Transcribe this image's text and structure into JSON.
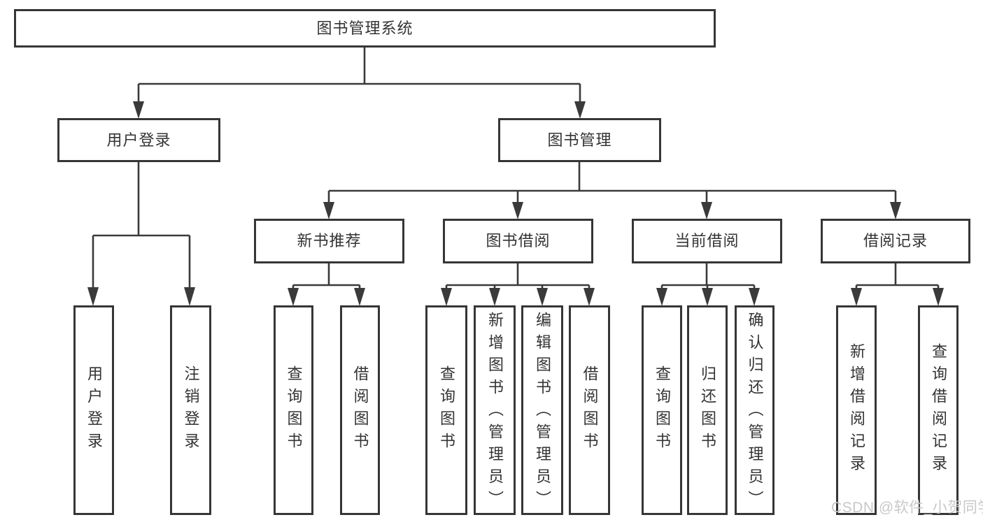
{
  "diagram": {
    "root": {
      "label": "图书管理系统"
    },
    "level2": [
      {
        "label": "用户登录",
        "children": [
          {
            "label": "用户登录"
          },
          {
            "label": "注销登录"
          }
        ]
      },
      {
        "label": "图书管理",
        "groups": [
          {
            "label": "新书推荐",
            "children": [
              {
                "label": "查询图书"
              },
              {
                "label": "借阅图书"
              }
            ]
          },
          {
            "label": "图书借阅",
            "children": [
              {
                "label": "查询图书"
              },
              {
                "label": "新增图书（管理员）"
              },
              {
                "label": "编辑图书（管理员）"
              },
              {
                "label": "借阅图书"
              }
            ]
          },
          {
            "label": "当前借阅",
            "children": [
              {
                "label": "查询图书"
              },
              {
                "label": "归还图书"
              },
              {
                "label": "确认归还（管理员）"
              }
            ]
          },
          {
            "label": "借阅记录",
            "children": [
              {
                "label": "新增借阅记录"
              },
              {
                "label": "查询借阅记录"
              }
            ]
          }
        ]
      }
    ]
  },
  "watermark": {
    "text": "CSDN @软件_小贺同学"
  },
  "colors": {
    "line": "#3a3a3a",
    "border": "#363636",
    "text": "#333333",
    "watermark": "#c8c8c8",
    "background": "#ffffff"
  }
}
